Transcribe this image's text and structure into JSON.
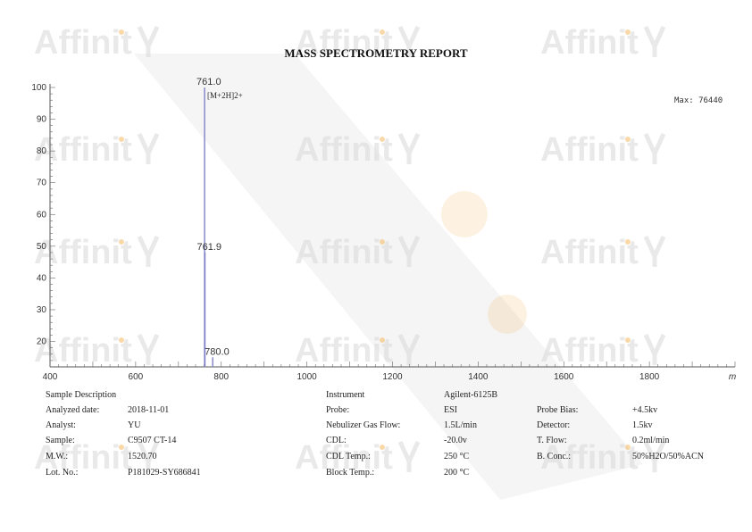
{
  "report": {
    "title": "MASS SPECTROMETRY REPORT",
    "watermark_text": "Affinit",
    "watermark_color": "#d8d8d8",
    "watermark_accent": "#f4a93a"
  },
  "chart_data": {
    "type": "line",
    "xlim": [
      400,
      2000
    ],
    "ylim": [
      12,
      100
    ],
    "x_ticks": [
      400,
      600,
      800,
      1000,
      1200,
      1400,
      1600,
      1800
    ],
    "y_ticks": [
      20,
      30,
      40,
      50,
      60,
      70,
      80,
      90,
      100
    ],
    "x_unit_label": "m",
    "max_label": "Max: 76440",
    "series": [
      {
        "values": [
          {
            "x": 761.0,
            "y": 100
          },
          {
            "x": 761.9,
            "y": 48
          },
          {
            "x": 780.0,
            "y": 15
          }
        ]
      }
    ],
    "peak_labels": [
      "761.0",
      "761.9",
      "780.0"
    ],
    "annotation": "[M+2H]2+",
    "line_color": "#8080c8",
    "grid": false
  },
  "sample": {
    "header": "Sample Description",
    "rows": [
      {
        "label": "Analyzed date:",
        "value": "2018-11-01"
      },
      {
        "label": "Analyst:",
        "value": "YU"
      },
      {
        "label": "Sample:",
        "value": "C9507 CT-14"
      },
      {
        "label": "M.W.:",
        "value": "1520.70"
      },
      {
        "label": "Lot. No.:",
        "value": "P181029-SY686841"
      }
    ]
  },
  "instrument": {
    "header": "Instrument",
    "model": "Agilent-6125B",
    "rows": [
      {
        "label": "Probe:",
        "value": "ESI"
      },
      {
        "label": "Nebulizer Gas Flow:",
        "value": "1.5L/min"
      },
      {
        "label": "CDL:",
        "value": "-20.0v"
      },
      {
        "label": "CDL Temp.:",
        "value": "250 °C"
      },
      {
        "label": "Block Temp.:",
        "value": "200 °C"
      }
    ]
  },
  "conditions": {
    "rows": [
      {
        "label": "Probe Bias:",
        "value": "+4.5kv"
      },
      {
        "label": "Detector:",
        "value": "1.5kv"
      },
      {
        "label": "T. Flow:",
        "value": "0.2ml/min"
      },
      {
        "label": "B. Conc.:",
        "value": "50%H2O/50%ACN"
      }
    ]
  }
}
